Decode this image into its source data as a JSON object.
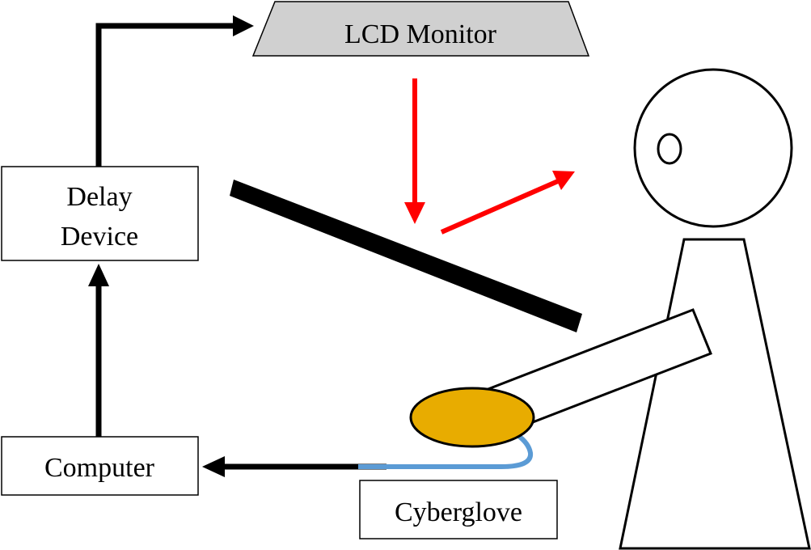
{
  "labels": {
    "lcd_monitor": "LCD Monitor",
    "delay_line1": "Delay",
    "delay_line2": "Device",
    "computer": "Computer",
    "cyberglove": "Cyberglove"
  },
  "colors": {
    "stroke": "#000000",
    "monitor_fill": "#d0d0d0",
    "light_ray": "#ff0000",
    "glove_fill": "#e8ac00",
    "glove_cable": "#5b9bd5",
    "background": "#ffffff"
  }
}
